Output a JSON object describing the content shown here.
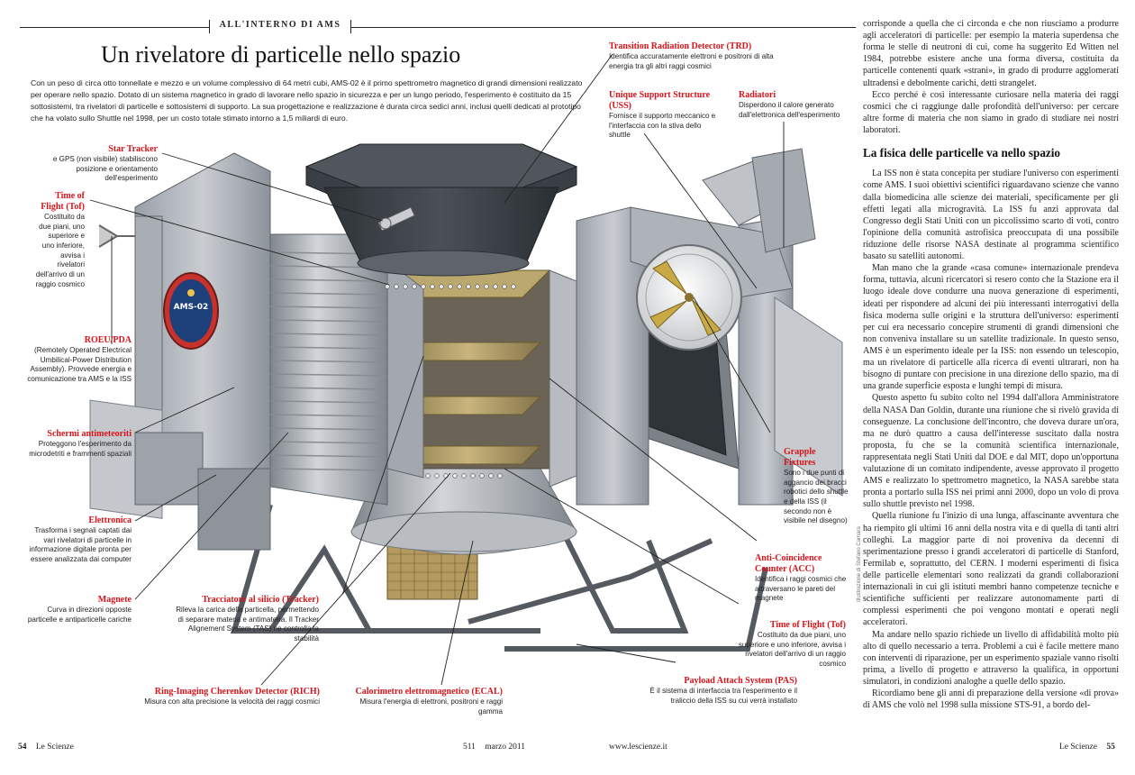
{
  "section": "ALL'INTERNO DI AMS",
  "headline": "Un rivelatore di particelle nello spazio",
  "intro": "Con un peso di circa otto tonnellate e mezzo e un volume complessivo di 64 metri cubi, AMS-02 è il primo spettrometro magnetico di grandi dimensioni realizzato per operare nello spazio. Dotato di un sistema magnetico in grado di lavorare nello spazio in sicurezza e per un lungo periodo, l'esperimento è costituito da 15 sottosistemi, tra rivelatori di particelle e sottosistemi di supporto. La sua progettazione e realizzazione è durata circa sedici anni, inclusi quelli dedicati al prototipo che ha volato sullo Shuttle nel 1998, per un costo totale stimato intorno a 1,5 miliardi di euro.",
  "patch_text": "AMS-02",
  "labels": {
    "trd": {
      "title": "Transition Radiation Detector (TRD)",
      "text": "Identifica accuratamente elettroni e positroni di alta energia tra gli altri raggi cosmici"
    },
    "uss": {
      "title": "Unique Support Structure (USS)",
      "text": "Fornisce il supporto meccanico e l'interfaccia con la stiva dello shuttle"
    },
    "radiatori": {
      "title": "Radiatori",
      "text": "Disperdono il calore generato dall'elettronica dell'esperimento"
    },
    "star": {
      "title": "Star Tracker",
      "text": "e GPS (non visibile) stabiliscono posizione e orientamento dell'esperimento"
    },
    "tof1": {
      "title": "Time of Flight (Tof)",
      "text": "Costituito da due piani, uno superiore e uno inferiore, avvisa i rivelatori dell'arrivo di un raggio cosmico"
    },
    "roeu": {
      "title": "ROEU/PDA",
      "text": "(Remotely Operated Electrical Umbilical-Power Distribution Assembly). Provvede energia e comunicazione tra AMS e la ISS"
    },
    "schermi": {
      "title": "Schermi antimeteoriti",
      "text": "Proteggono l'esperimento da microdetriti e frammenti spaziali"
    },
    "elettronica": {
      "title": "Elettronica",
      "text": "Trasforma i segnali captati dai vari rivelatori di particelle in informazione digitale pronta per essere analizzata dai computer"
    },
    "magnete": {
      "title": "Magnete",
      "text": "Curva in direzioni opposte particelle e antiparticelle cariche"
    },
    "tracker": {
      "title": "Tracciatore al silicio (Tracker)",
      "text": "Rileva la carica della particella, permettendo di separare materia e antimateria. Il Tracker Alignement System (TAS) ne controlla la stabilità"
    },
    "rich": {
      "title": "Ring-Imaging Cherenkov Detector (RICH)",
      "text": "Misura con alta precisione la velocità dei raggi cosmici"
    },
    "ecal": {
      "title": "Calorimetro elettromagnetico (ECAL)",
      "text": "Misura l'energia di elettroni, positroni e raggi gamma"
    },
    "grapple": {
      "title": "Grapple Fixtures",
      "text": "Sono i due punti di aggancio dei bracci robotici dello shuttle e della ISS (il secondo non è visibile nel disegno)"
    },
    "acc": {
      "title": "Anti-Coincidence Counter (ACC)",
      "text": "Identifica i raggi cosmici che attraversano le pareti del magnete"
    },
    "tof2": {
      "title": "Time of Flight (Tof)",
      "text": "Costituito da due piani, uno superiore e uno inferiore, avvisa i rivelatori dell'arrivo di un raggio cosmico"
    },
    "pas": {
      "title": "Payload Attach System (PAS)",
      "text": "È il sistema di interfaccia tra l'esperimento e il traliccio della ISS su cui verrà installato"
    }
  },
  "credit": "Illustrazione di Stefano Camara",
  "column": {
    "p1": "corrisponde a quella che ci circonda e che non riusciamo a produrre agli acceleratori di particelle: per esempio la materia superdensa che forma le stelle di neutroni di cui, come ha suggerito Ed Witten nel 1984, potrebbe esistere anche una forma diversa, costituita da particelle contenenti quark «strani», in grado di produrre agglomerati ultradensi e debolmente carichi, detti strangelet.",
    "p2": "Ecco perché è così interessante curiosare nella materia dei raggi cosmici che ci raggiunge dalle profondità dell'universo: per cercare altre forme di materia che non siamo in grado di studiare nei nostri laboratori.",
    "heading": "La fisica delle particelle va nello spazio",
    "p3": "La ISS non è stata concepita per studiare l'universo con esperimenti come AMS. I suoi obiettivi scientifici riguardavano scienze che vanno dalla biomedicina alle scienze dei materiali, specificamente per gli effetti legati alla microgravità. La ISS fu anzi approvata dal Congresso degli Stati Uniti con un piccolissimo scarto di voti, contro l'opinione della comunità astrofisica preoccupata di una possibile riduzione delle risorse NASA destinate al programma scientifico basato su satelliti autonomi.",
    "p4": "Man mano che la grande «casa comune» internazionale prendeva forma, tuttavia, alcuni ricercatori si resero conto che la Stazione era il luogo ideale dove condurre una nuova generazione di esperimenti, ideati per rispondere ad alcuni dei più interessanti interrogativi della fisica moderna sulle origini e la struttura dell'universo: esperimenti per cui era necessario concepire strumenti di grandi dimensioni che non conveniva installare su un satellite tradizionale. In questo senso, AMS è un esperimento ideale per la ISS: non essendo un telescopio, ma un rivelatore di particelle alla ricerca di eventi ultrarari, non ha bisogno di puntare con precisione in una direzione dello spazio, ma di una grande superficie esposta e lunghi tempi di misura.",
    "p5": "Questo aspetto fu subito colto nel 1994 dall'allora Amministratore della NASA Dan Goldin, durante una riunione che si rivelò gravida di conseguenze. La conclusione dell'incontro, che doveva durare un'ora, ma ne durò quattro a causa dell'interesse suscitato dalla nostra proposta, fu che se la comunità scientifica internazionale, rappresentata negli Stati Uniti dal DOE e dal MIT, dopo un'opportuna valutazione di un comitato indipendente, avesse approvato il progetto AMS e realizzato lo spettrometro magnetico, la NASA sarebbe stata pronta a portarlo sulla ISS nei primi anni 2000, dopo un volo di prova sullo shuttle previsto nel 1998.",
    "p6": "Quella riunione fu l'inizio di una lunga, affascinante avventura che ha riempito gli ultimi 16 anni della nostra vita e di quella di tanti altri colleghi. La maggior parte di noi proveniva da decenni di sperimentazione presso i grandi acceleratori di particelle di Stanford, Fermilab e, soprattutto, del CERN. I moderni esperimenti di fisica delle particelle elementari sono realizzati da grandi collaborazioni internazionali in cui gli istituti membri hanno competenze tecniche e scientifiche sufficienti per realizzare autonomamente parti di complessi esperimenti che poi vengono montati e operati negli acceleratori.",
    "p7": "Ma andare nello spazio richiede un livello di affidabilità molto più alto di quello necessario a terra. Problemi a cui è facile mettere mano con interventi di riparazione, per un esperimento spaziale vanno risolti prima, a livello di progetto e attraverso la qualifica, in opportuni simulatori, in condizioni analoghe a quelle dello spazio.",
    "p8": "Ricordiamo bene gli anni di preparazione della versione «di prova» di AMS che volò nel 1998 sulla missione STS-91, a bordo del-"
  },
  "footer": {
    "left_page": "54",
    "left_mag": "Le Scienze",
    "issue": "511",
    "date": "marzo 2011",
    "site": "www.lescienze.it",
    "right_mag": "Le Scienze",
    "right_page": "55"
  }
}
